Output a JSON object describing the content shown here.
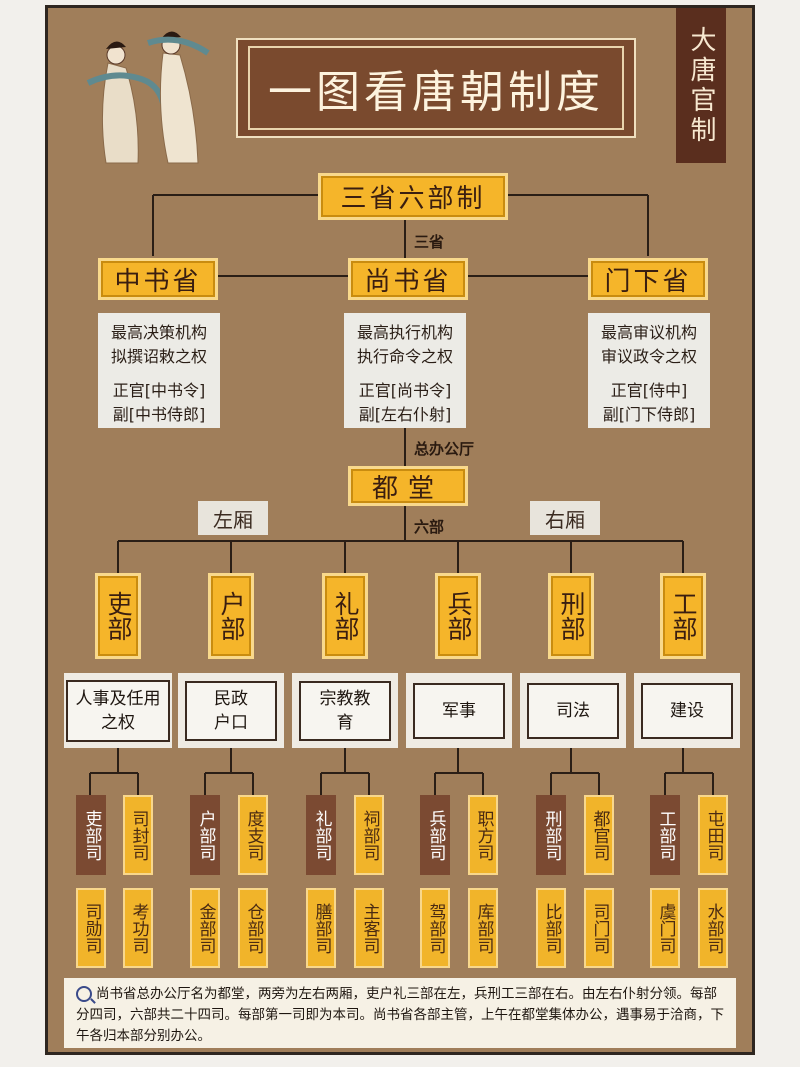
{
  "title": "一图看唐朝制度",
  "side_tag": "大唐官制",
  "root": "三省六部制",
  "labels": {
    "sansheng": "三省",
    "zongban": "总办公厅",
    "liubu": "六部",
    "left_wing": "左厢",
    "right_wing": "右厢"
  },
  "provinces": [
    {
      "name": "中书省",
      "desc1": "最高决策机构",
      "desc2": "拟撰诏敕之权",
      "off1": "正官[中书令]",
      "off2": "副[中书侍郎]"
    },
    {
      "name": "尚书省",
      "desc1": "最高执行机构",
      "desc2": "执行命令之权",
      "off1": "正官[尚书令]",
      "off2": "副[左右仆射]"
    },
    {
      "name": "门下省",
      "desc1": "最高审议机构",
      "desc2": "审议政令之权",
      "off1": "正官[侍中]",
      "off2": "副[门下侍郎]"
    }
  ],
  "dutang": "都堂",
  "ministries": [
    {
      "name": "吏部",
      "func": "人事及任用之权",
      "subs": [
        "吏部司",
        "司封司",
        "司勋司",
        "考功司"
      ]
    },
    {
      "name": "户部",
      "func": "民政户口",
      "subs": [
        "户部司",
        "度支司",
        "金部司",
        "仓部司"
      ]
    },
    {
      "name": "礼部",
      "func": "宗教教育",
      "subs": [
        "礼部司",
        "祠部司",
        "膳部司",
        "主客司"
      ]
    },
    {
      "name": "兵部",
      "func": "军事",
      "subs": [
        "兵部司",
        "职方司",
        "驾部司",
        "库部司"
      ]
    },
    {
      "name": "刑部",
      "func": "司法",
      "subs": [
        "刑部司",
        "都官司",
        "比部司",
        "司门司"
      ]
    },
    {
      "name": "工部",
      "func": "建设",
      "subs": [
        "工部司",
        "屯田司",
        "虞门司",
        "水部司"
      ]
    }
  ],
  "note": "尚书省总办公厅名为都堂，两旁为左右两厢，吏户礼三部在左，兵刑工三部在右。由左右仆射分领。每部分四司，六部共二十四司。每部第一司即为本司。尚书省各部主管，上午在都堂集体办公，遇事易于洽商，下午各归本部分别办公。",
  "colors": {
    "background": "#a07e5a",
    "gold": "#f1b42a",
    "brown": "#7b4a32",
    "title_bg": "#7a4a2e"
  },
  "icons": {
    "note_icon": "magnifier-icon",
    "figures": "tang-ladies-illustration"
  }
}
